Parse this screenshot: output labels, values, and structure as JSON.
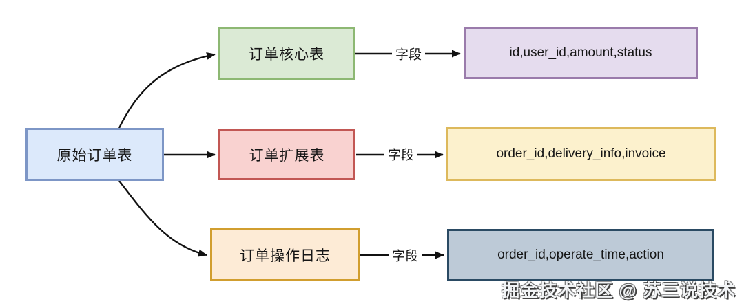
{
  "diagram": {
    "source": {
      "label": "原始订单表"
    },
    "rows": [
      {
        "table": {
          "label": "订单核心表"
        },
        "edge_label": "字段",
        "fields": {
          "label": "id,user_id,amount,status"
        }
      },
      {
        "table": {
          "label": "订单扩展表"
        },
        "edge_label": "字段",
        "fields": {
          "label": "order_id,delivery_info,invoice"
        }
      },
      {
        "table": {
          "label": "订单操作日志"
        },
        "edge_label": "字段",
        "fields": {
          "label": "order_id,operate_time,action"
        }
      }
    ]
  },
  "watermark": {
    "text": "掘金技术社区 @ 苏三说技术"
  },
  "colors": {
    "source_fill": "#dce9fb",
    "source_border": "#7d96c6",
    "core_fill": "#dbead5",
    "core_border": "#8db873",
    "core_fields_fill": "#e5dcee",
    "core_fields_border": "#9a7bab",
    "ext_fill": "#f9d2d0",
    "ext_border": "#c25754",
    "ext_fields_fill": "#fcf1cd",
    "ext_fields_border": "#ddb95c",
    "log_fill": "#fdebd6",
    "log_border": "#d19e2f",
    "log_fields_fill": "#bdcad7",
    "log_fields_border": "#2a4a63",
    "connector_line": "#111111",
    "background": "#ffffff"
  }
}
